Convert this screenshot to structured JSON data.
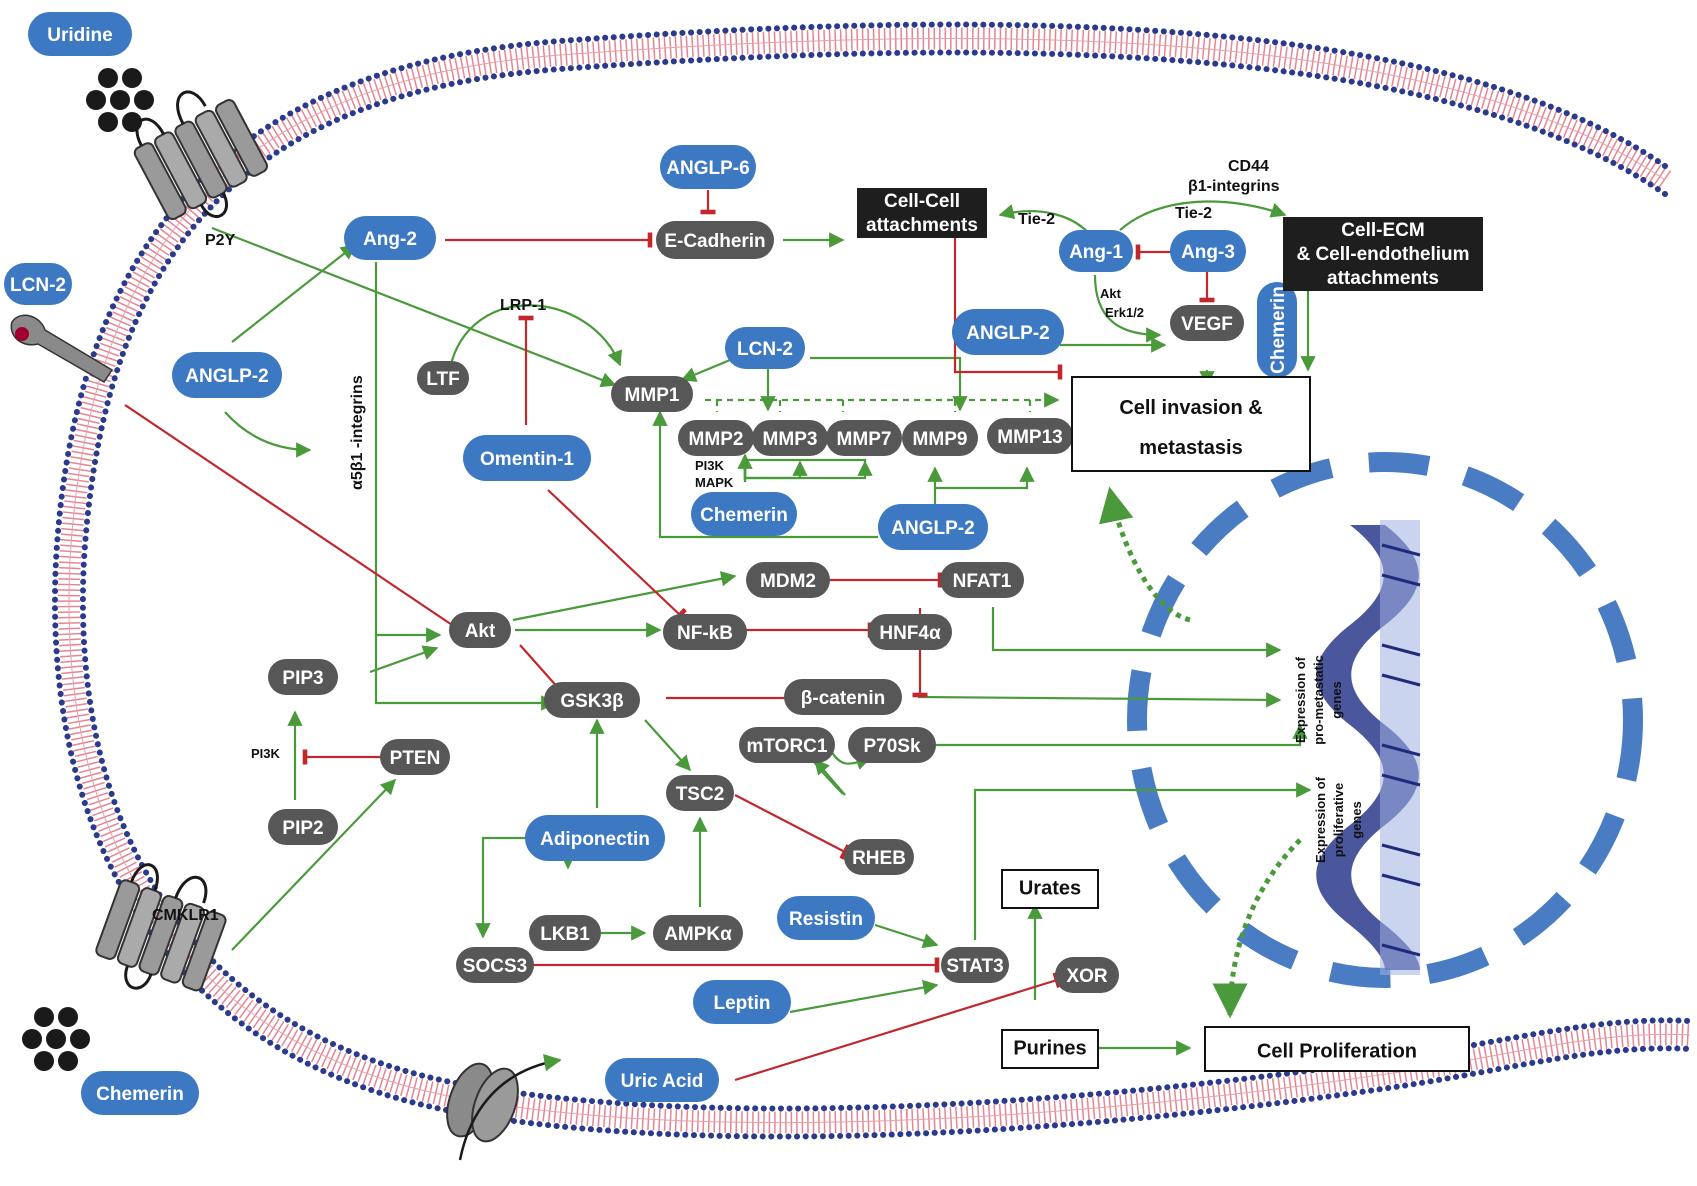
{
  "colors": {
    "blue": "#3d78c2",
    "dark": "#575757",
    "black": "#1e1e1e",
    "green": "#4a9a3c",
    "red": "#c0282d",
    "membrane_dot": "#2a3a8c",
    "membrane_line": "#e07080",
    "nucleus": "#4a7cc4"
  },
  "icons": {
    "receptor_top": "gpcr-receptor-icon",
    "receptor_bottom": "gpcr-receptor-icon",
    "lcn2_receptor": "lcn2-receptor-icon",
    "channel": "ion-channel-icon",
    "dna": "dna-helix-icon",
    "ligand_clusters": "ligand-cluster-icon"
  },
  "extracellular": {
    "uridine": "Uridine",
    "lcn2": "LCN-2",
    "chemerin": "Chemerin"
  },
  "membrane_labels": {
    "p2y": "P2Y",
    "cmklr1": "CMKLR1"
  },
  "blue_nodes": {
    "anglp6": "ANGLP-6",
    "ang2": "Ang-2",
    "anglp2_left": "ANGLP-2",
    "anglp2_top": "ANGLP-2",
    "anglp2_mid": "ANGLP-2",
    "ang1": "Ang-1",
    "ang3": "Ang-3",
    "lcn2_in": "LCN-2",
    "omentin": "Omentin-1",
    "chemerin_in": "Chemerin",
    "chemerin_vert": "Chemerin",
    "adiponectin": "Adiponectin",
    "resistin": "Resistin",
    "leptin": "Leptin",
    "uric_acid": "Uric Acid"
  },
  "dark_nodes": {
    "ecadherin": "E-Cadherin",
    "vegf": "VEGF",
    "ltf": "LTF",
    "mmp1": "MMP1",
    "mmp2": "MMP2",
    "mmp3": "MMP3",
    "mmp7": "MMP7",
    "mmp9": "MMP9",
    "mmp13": "MMP13",
    "mdm2": "MDM2",
    "nfat1": "NFAT1",
    "akt": "Akt",
    "nfkb": "NF-kB",
    "hnf4a": "HNF4α",
    "pip3": "PIP3",
    "gsk3b": "GSK3β",
    "bcatenin": "β-catenin",
    "mtorc1": "mTORC1",
    "p70sk": "P70Sk",
    "pten": "PTEN",
    "tsc2": "TSC2",
    "pip2": "PIP2",
    "rheb": "RHEB",
    "lkb1": "LKB1",
    "ampka": "AMPKα",
    "socs3": "SOCS3",
    "stat3": "STAT3",
    "xor": "XOR"
  },
  "black_boxes": {
    "cellcell": [
      "Cell-Cell",
      "attachments"
    ],
    "cellecm": [
      "Cell-ECM",
      "& Cell-endothelium",
      "attachments"
    ]
  },
  "white_boxes": {
    "invasion": [
      "Cell invasion &",
      "metastasis"
    ],
    "proliferation": "Cell Proliferation",
    "urates": "Urates",
    "purines": "Purines"
  },
  "labels": {
    "tie2_left": "Tie-2",
    "tie2_right": "Tie-2",
    "cd44": "CD44",
    "b1int": "β1-integrins",
    "akt_small": "Akt",
    "erk": "Erk1/2",
    "lrp1": "LRP-1",
    "a5b1": "α5β1 -integrins",
    "pi3k_mapk_1": "PI3K",
    "pi3k_mapk_2": "MAPK",
    "pi3k": "PI3K",
    "expr_meta_1": "Expression of",
    "expr_meta_2": "pro-metastatic",
    "expr_meta_3": "genes",
    "expr_prol_1": "Expression of",
    "expr_prol_2": "proliferative",
    "expr_prol_3": "genes"
  }
}
